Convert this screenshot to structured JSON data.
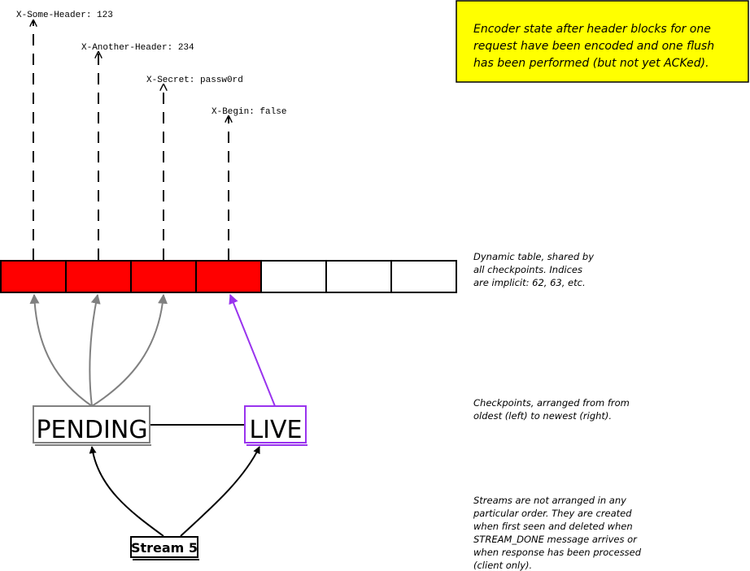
{
  "headers": [
    "X-Some-Header: 123",
    "X-Another-Header: 234",
    "X-Secret: passw0rd",
    "X-Begin: false"
  ],
  "callout": {
    "lines": [
      "Encoder state after header blocks for one",
      "request have been encoded and one flush",
      "has been performed (but not yet ACKed)."
    ],
    "fill": "#ffff00"
  },
  "dynamic_table": {
    "filled_count": 4,
    "empty_count": 3,
    "filled_color": "#ff0000",
    "note_lines": [
      "Dynamic table, shared by",
      "all checkpoints.  Indices",
      "are implicit: 62, 63, etc."
    ]
  },
  "checkpoints": {
    "pending": {
      "label": "PENDING",
      "color": "#808080"
    },
    "live": {
      "label": "LIVE",
      "color": "#9933ee"
    },
    "note_lines": [
      "Checkpoints, arranged from from",
      "oldest (left) to newest (right)."
    ]
  },
  "stream": {
    "label": "Stream 5",
    "note_lines": [
      "Streams are not arranged in any",
      "particular order. They are created",
      "when first seen and deleted when",
      "STREAM_DONE message arrives or",
      "when response has been processed",
      "(client only)."
    ]
  }
}
